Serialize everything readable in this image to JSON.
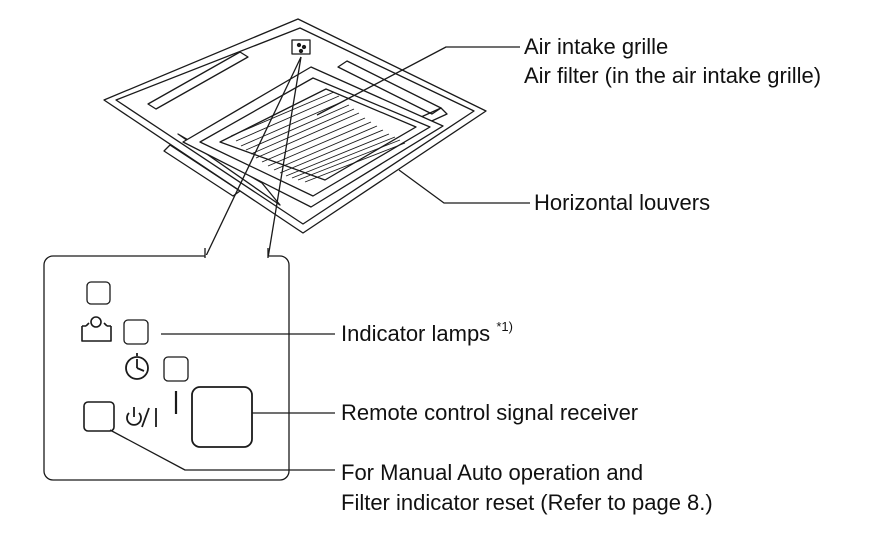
{
  "labels": {
    "air_intake_grille": "Air intake grille",
    "air_filter": "Air filter (in the air intake grille)",
    "horizontal_louvers": "Horizontal louvers",
    "indicator_lamps": "Indicator lamps",
    "indicator_lamps_note": "*1)",
    "remote_receiver": "Remote control signal receiver",
    "manual_auto_line1": "For Manual Auto operation and",
    "manual_auto_line2": "Filter indicator reset (Refer to page 8.)"
  },
  "panel_symbols": {
    "power_toggle": "⏻/I",
    "bar": "I"
  },
  "icons": [
    "filter-icon",
    "timer-icon",
    "power-icon"
  ],
  "colors": {
    "line": "#1a1a1a",
    "background": "#ffffff"
  }
}
